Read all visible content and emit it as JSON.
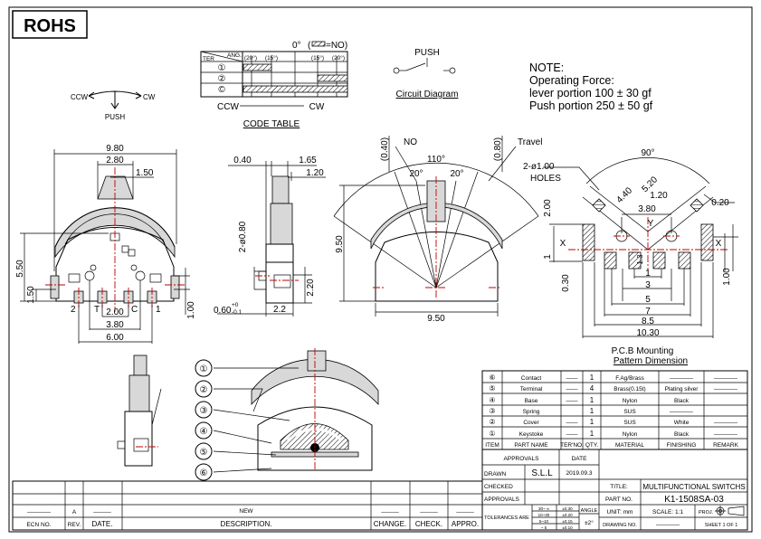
{
  "logo": "ROHS",
  "push_symbol": {
    "ccw": "CCW",
    "cw": "CW",
    "push": "PUSH"
  },
  "code_table": {
    "legend_zero": "0°",
    "legend_open": "(",
    "legend_no": "=NO)",
    "header_ter": "TER",
    "header_ang": "ANG.",
    "angles": [
      "(20°)",
      "(15°)",
      "(15°)",
      "(20°)"
    ],
    "rows": [
      "①",
      "②",
      "©"
    ],
    "ccw": "CCW",
    "cw": "CW",
    "title": "CODE TABLE"
  },
  "circuit": {
    "push": "PUSH",
    "title": "Circuit Diagram"
  },
  "note": {
    "title": "NOTE:",
    "lines": [
      "Operating Force:",
      "lever portion 100 ± 30 gf",
      "Push portion 250 ± 50 gf"
    ]
  },
  "front_view": {
    "width": "9.80",
    "knob": "2.80",
    "knob_tip": "1.50",
    "height": "5.50",
    "base": "1.50",
    "pin_offset": "1.00",
    "pins": [
      "2",
      "T",
      "C",
      "1"
    ],
    "pitch1": "2.00",
    "pitch2": "3.80",
    "pitch3": "6.00"
  },
  "side_view": {
    "d1": "0.40",
    "d2": "1.65",
    "d3": "1.20",
    "holes": "2-ø0.80",
    "d4": "2.20",
    "tol_base": "0.60",
    "tol_plus": "+0",
    "tol_minus": "-0.1",
    "d5": "2.2"
  },
  "travel_view": {
    "no": "NO",
    "d1": "(0.40)",
    "angle": "110°",
    "a_left": "20°",
    "a_right": "20°",
    "d2": "(0.80)",
    "travel": "Travel",
    "height": "9.50",
    "width": "9.50"
  },
  "pcb": {
    "angle": "90°",
    "holes": "2-ø1.00",
    "holes2": "HOLES",
    "d520": "5.20",
    "d440": "4.40",
    "d120": "1.20",
    "d020": "0.20",
    "d380": "3.80",
    "y": "Y",
    "x": "X",
    "d200": "2.00",
    "d1v": "1",
    "d030": "0.30",
    "d13": "1.3",
    "d100": "1.00",
    "spacings": [
      "1",
      "3",
      "5",
      "7",
      "8.5",
      "10.30"
    ],
    "title1": "P.C.B Mounting",
    "title2": "Pattern Dimension"
  },
  "callouts": [
    "①",
    "②",
    "③",
    "④",
    "⑤",
    "⑥"
  ],
  "parts_table": {
    "rows": [
      {
        "item": "⑥",
        "name": "Contact",
        "ter": "——",
        "qty": "1",
        "material": "F.Ag/Brass",
        "finishing": "————",
        "remark": "————"
      },
      {
        "item": "⑤",
        "name": "Terminal",
        "ter": "——",
        "qty": "4",
        "material": "Brass(0.15t)",
        "finishing": "Plating silver",
        "remark": "————"
      },
      {
        "item": "④",
        "name": "Base",
        "ter": "——",
        "qty": "1",
        "material": "Nylon",
        "finishing": "Black",
        "remark": ""
      },
      {
        "item": "③",
        "name": "Spring",
        "ter": "",
        "qty": "1",
        "material": "SUS",
        "finishing": "————",
        "remark": ""
      },
      {
        "item": "②",
        "name": "Cover",
        "ter": "——",
        "qty": "1",
        "material": "SUS",
        "finishing": "White",
        "remark": "————"
      },
      {
        "item": "①",
        "name": "Keystoke",
        "ter": "——",
        "qty": "1",
        "material": "Nylon",
        "finishing": "Black",
        "remark": "————"
      }
    ],
    "headers": [
      "ITEM",
      "PART NAME",
      "TER'NO.",
      "QTY.",
      "MATERIAL",
      "FINISHING",
      "REMARK"
    ]
  },
  "title_block": {
    "approvals": "APPROVALS",
    "date": "DATE",
    "drawn": "DRAWN",
    "drawn_by": "S.L.L",
    "drawn_date": "2019.09.3",
    "checked": "CHECKED",
    "approvals2": "APPROVALS",
    "title_label": "TITLE:",
    "title": "MULTIFUNCTIONAL SWITCHS",
    "part_no_label": "PART NO.",
    "part_no": "K1-1508SA-03",
    "tolerances": "TOLERANCES ARE",
    "tol_ranges": [
      "30~ ∞",
      "10~30",
      "5~10",
      "~ 5"
    ],
    "tol_values": [
      "±0.30",
      "±0.20",
      "±0.15",
      "±0.10"
    ],
    "angle": "ANGLE",
    "angle_tol": "±2°",
    "unit": "UNIT: mm",
    "scale": "SCALE:  1:1",
    "proj": "PROJ.",
    "drawing_no": "DRAWING NO.",
    "drawing_no_value": "————",
    "sheet": "SHEET  1 OF 1"
  },
  "revision_block": {
    "row": {
      "ecn": "————",
      "rev": "A",
      "date": "———",
      "desc": "NEW",
      "change": "———",
      "check": "———",
      "appro": "———"
    },
    "headers": [
      "ECN NO.",
      "REV.",
      "DATE.",
      "DESCRIPTION.",
      "CHANGE.",
      "CHECK.",
      "APPRO."
    ]
  }
}
